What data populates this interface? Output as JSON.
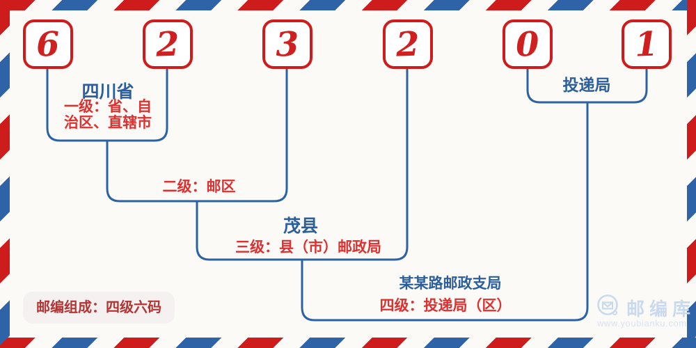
{
  "postal_code": {
    "full_code": "623201",
    "digits": [
      "6",
      "2",
      "3",
      "2",
      "0",
      "1"
    ]
  },
  "annotations": {
    "province_name": "四川省",
    "level1_line1": "一级：省、自",
    "level1_line2": "治区、直辖市",
    "level2": "二级：邮区",
    "county_name": "茂县",
    "level3": "三级：县（市）邮政局",
    "branch_name": "某某路邮政支局",
    "level4": "四级：投递局（区）",
    "delivery_bureau": "投递局"
  },
  "footer": {
    "composition_note": "邮编组成：四级六码"
  },
  "watermark": {
    "site_name": "邮编库",
    "site_url": "www.youbianku.com"
  },
  "colors": {
    "stripe_red": "#ce1c1c",
    "stripe_blue": "#2e63a8",
    "digit_red": "#d01f1f",
    "line_blue": "#2b62a3",
    "label_blue": "#2b5f9c",
    "label_red": "#dd3030",
    "footer_red": "#b43434",
    "watermark_blue": "#c9d9ee",
    "background": "#fbfaf6"
  }
}
